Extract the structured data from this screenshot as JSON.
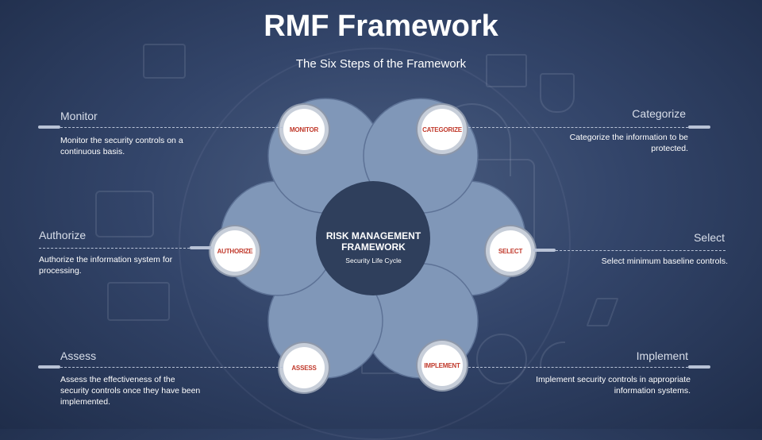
{
  "header": {
    "title": "RMF Framework",
    "subtitle": "The Six Steps of the Framework"
  },
  "center": {
    "title": "RISK MANAGEMENT FRAMEWORK",
    "subtitle": "Security Life Cycle"
  },
  "steps": {
    "monitor": {
      "title": "Monitor",
      "badge": "MONITOR",
      "desc": "Monitor the security controls on a continuous basis."
    },
    "categorize": {
      "title": "Categorize",
      "badge": "CATEGORIZE",
      "desc": "Categorize the information to be protected."
    },
    "authorize": {
      "title": "Authorize",
      "badge": "AUTHORIZE",
      "desc": "Authorize the information system for processing."
    },
    "select": {
      "title": "Select",
      "badge": "SELECT",
      "desc": "Select minimum baseline controls."
    },
    "assess": {
      "title": "Assess",
      "badge": "ASSESS",
      "desc": "Assess the effectiveness of the security controls once they have been implemented."
    },
    "implement": {
      "title": "Implement",
      "badge": "IMPLEMENT",
      "desc": "Implement security controls in appropriate information systems."
    }
  },
  "colors": {
    "petal": "#8097b8",
    "center": "#2f3f5c",
    "badge_text": "#c0392b"
  },
  "icons": [
    "printer-icon",
    "chart-icon",
    "shield-icon",
    "lock-icon",
    "tablet-icon",
    "laptop-icon",
    "cursor-icon",
    "mail-icon",
    "wifi-icon",
    "gear-icon"
  ]
}
